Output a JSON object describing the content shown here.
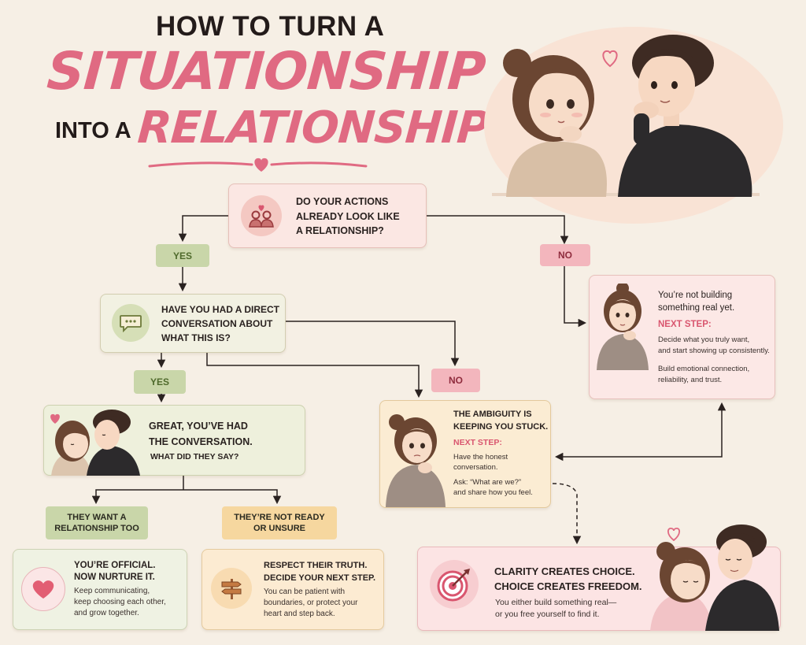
{
  "title": {
    "line1": "HOW TO TURN A",
    "big": "SITUATIONSHIP",
    "into": "INTO A",
    "relationship": "RELATIONSHIP"
  },
  "question1": {
    "text_l1": "DO YOUR ACTIONS",
    "text_l2": "ALREADY LOOK LIKE",
    "text_l3": "A RELATIONSHIP?",
    "icon": "couple-icon"
  },
  "labels": {
    "yes1": "YES",
    "no1": "NO",
    "yes2": "YES",
    "no2": "NO"
  },
  "question2": {
    "text_l1": "HAVE YOU HAD A DIRECT",
    "text_l2": "CONVERSATION ABOUT",
    "text_l3": "WHAT THIS IS?",
    "icon": "chat-bubble-icon"
  },
  "not_building": {
    "line1": "You’re not building",
    "line2": "something real yet.",
    "next_step": "NEXT STEP:",
    "step1_l1": "Decide what you truly want,",
    "step1_l2": "and start showing up consistently.",
    "step2_l1": "Build emotional connection,",
    "step2_l2": "reliability, and trust."
  },
  "great": {
    "line1": "GREAT, YOU’VE HAD",
    "line2": "THE CONVERSATION.",
    "line3": "WHAT DID THEY SAY?"
  },
  "ambiguity": {
    "line1": "THE AMBIGUITY IS",
    "line2": "KEEPING YOU STUCK.",
    "next_step": "NEXT STEP:",
    "step1_l1": "Have the honest",
    "step1_l2": "conversation.",
    "step2_l1": "Ask: “What are we?”",
    "step2_l2": "and share how you feel."
  },
  "responses": {
    "want_l1": "THEY WANT A",
    "want_l2": "RELATIONSHIP TOO",
    "notready_l1": "THEY’RE NOT READY",
    "notready_l2": "OR UNSURE"
  },
  "official": {
    "line1": "YOU’RE OFFICIAL.",
    "line2": "NOW NURTURE IT.",
    "body_l1": "Keep communicating,",
    "body_l2": "keep choosing each other,",
    "body_l3": "and grow together.",
    "icon": "heart-icon"
  },
  "respect": {
    "line1": "RESPECT THEIR TRUTH.",
    "line2": "DECIDE YOUR NEXT STEP.",
    "body_l1": "You can be patient with",
    "body_l2": "boundaries, or protect your",
    "body_l3": "heart and step back.",
    "icon": "signpost-icon"
  },
  "clarity": {
    "line1": "CLARITY CREATES CHOICE.",
    "line2": "CHOICE CREATES FREEDOM.",
    "body_l1": "You either build something real—",
    "body_l2": "or you free yourself to find it.",
    "icon": "target-icon"
  },
  "colors": {
    "pink": "#e06a82",
    "green": "#c9d6a9",
    "red_pill": "#f3b6bd",
    "amber": "#f6d79f",
    "background": "#f6efe5"
  }
}
